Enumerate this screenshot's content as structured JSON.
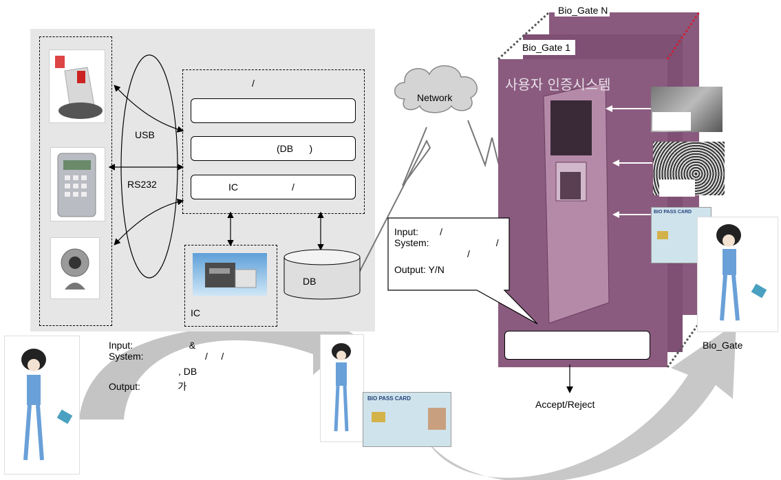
{
  "left_panel": {
    "usb_label": "USB",
    "rs232_label": "RS232",
    "server_slash": "/",
    "row1_text": "",
    "row2_text": "(DB      )",
    "row3_ic": "IC",
    "row3_slash": "/",
    "printer_label": "IC",
    "db_label": "DB"
  },
  "network": {
    "label": "Network"
  },
  "speech_bubble": {
    "line1": "Input:        /",
    "line2": "System:                         /",
    "line3": "/",
    "line4": "Output: Y/N"
  },
  "bottom_text": {
    "line1": "Input:                     &",
    "line2": "System:                       /     /",
    "line3": ", DB",
    "line4": "Output:              가"
  },
  "gate": {
    "gate_n": "Bio_Gate N",
    "gate_1": "Bio_Gate 1",
    "kiosk_title": "사용자 인증시스템",
    "card_label": "BIO PASS CARD",
    "product_label": "Bio_Gate",
    "result_label": "Accept/Reject"
  },
  "colors": {
    "panel": "#e6e6e6",
    "kiosk": "#8a5a7e",
    "arrow_gray": "#c4c4c4"
  }
}
